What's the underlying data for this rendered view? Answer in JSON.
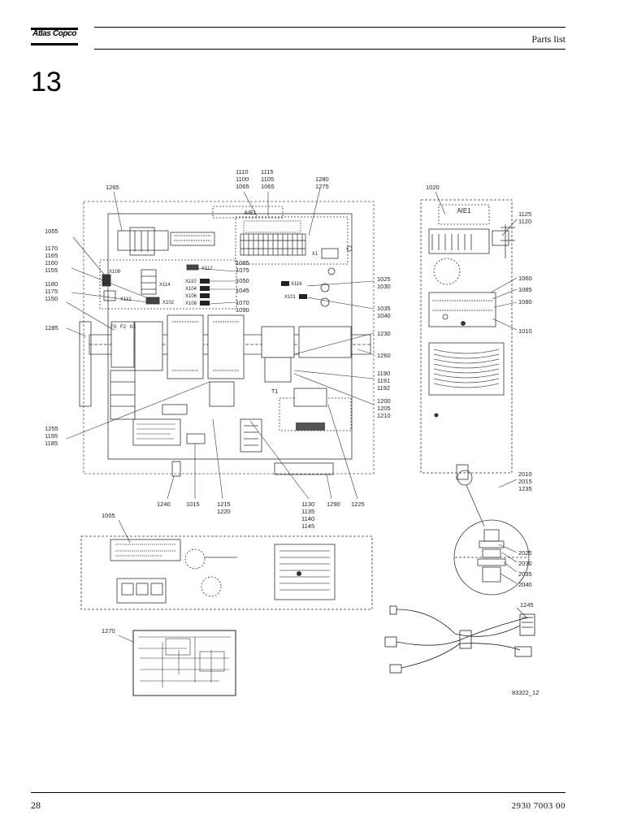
{
  "header": {
    "brand": "Atlas Copco",
    "title": "Parts list"
  },
  "section_number": "13",
  "footer": {
    "page_number": "28",
    "doc_number": "2930 7003 00"
  },
  "drawing": {
    "figure_code": "83322_12",
    "device_labels": {
      "aie1_top": "AIE1",
      "aie1_side": "AIE1",
      "x109": "X109",
      "x112a": "X112",
      "x114": "X114",
      "x112b": "X112",
      "x102": "X102",
      "x110": "X110",
      "x104": "X104",
      "x106": "X106",
      "x108": "X108",
      "x116": "X116",
      "x101": "X101",
      "x1": "X1",
      "f": "F3",
      "f2": "F2",
      "k1": "K1",
      "t1": "T1"
    },
    "callouts": [
      {
        "id": "c1110",
        "lines": [
          "1110",
          "1100",
          "1065"
        ]
      },
      {
        "id": "c1115",
        "lines": [
          "1115",
          "1105",
          "1065"
        ]
      },
      {
        "id": "c1280",
        "lines": [
          "1280",
          "1275"
        ]
      },
      {
        "id": "c1265",
        "lines": [
          "1265"
        ]
      },
      {
        "id": "c1055",
        "lines": [
          "1055"
        ]
      },
      {
        "id": "c1170",
        "lines": [
          "1170",
          "1165",
          "1160",
          "1155"
        ]
      },
      {
        "id": "c1180",
        "lines": [
          "1180",
          "1175",
          "1150"
        ]
      },
      {
        "id": "c1285",
        "lines": [
          "1285"
        ]
      },
      {
        "id": "c1255",
        "lines": [
          "1255",
          "1195",
          "1185"
        ]
      },
      {
        "id": "c1085",
        "lines": [
          "1085",
          "1075"
        ]
      },
      {
        "id": "c1050",
        "lines": [
          "1050"
        ]
      },
      {
        "id": "c1045",
        "lines": [
          "1045"
        ]
      },
      {
        "id": "c1070",
        "lines": [
          "1070",
          "1090"
        ]
      },
      {
        "id": "c1025",
        "lines": [
          "1025",
          "1030"
        ]
      },
      {
        "id": "c1035",
        "lines": [
          "1035",
          "1040"
        ]
      },
      {
        "id": "c1230",
        "lines": [
          "1230"
        ]
      },
      {
        "id": "c1260",
        "lines": [
          "1260"
        ]
      },
      {
        "id": "c1190",
        "lines": [
          "1190",
          "1191",
          "1192"
        ]
      },
      {
        "id": "c1200",
        "lines": [
          "1200",
          "1205",
          "1210"
        ]
      },
      {
        "id": "c1240",
        "lines": [
          "1240"
        ]
      },
      {
        "id": "c1015",
        "lines": [
          "1015"
        ]
      },
      {
        "id": "c1215",
        "lines": [
          "1215",
          "1220"
        ]
      },
      {
        "id": "c1130",
        "lines": [
          "1130",
          "1135",
          "1140",
          "1145"
        ]
      },
      {
        "id": "c1290",
        "lines": [
          "1290"
        ]
      },
      {
        "id": "c1225",
        "lines": [
          "1225"
        ]
      },
      {
        "id": "c1020",
        "lines": [
          "1020"
        ]
      },
      {
        "id": "c1125",
        "lines": [
          "1125",
          "1120"
        ]
      },
      {
        "id": "c1060",
        "lines": [
          "1060"
        ]
      },
      {
        "id": "c1085b",
        "lines": [
          "1085"
        ]
      },
      {
        "id": "c1080",
        "lines": [
          "1080"
        ]
      },
      {
        "id": "c1010",
        "lines": [
          "1010"
        ]
      },
      {
        "id": "c2010",
        "lines": [
          "2010",
          "2015",
          "1235"
        ]
      },
      {
        "id": "c1005",
        "lines": [
          "1005"
        ]
      },
      {
        "id": "c2025",
        "lines": [
          "2025"
        ]
      },
      {
        "id": "c2030",
        "lines": [
          "2030"
        ]
      },
      {
        "id": "c2035",
        "lines": [
          "2035"
        ]
      },
      {
        "id": "c2040",
        "lines": [
          "2040"
        ]
      },
      {
        "id": "c1245",
        "lines": [
          "1245"
        ]
      },
      {
        "id": "c1270",
        "lines": [
          "1270"
        ]
      }
    ]
  }
}
